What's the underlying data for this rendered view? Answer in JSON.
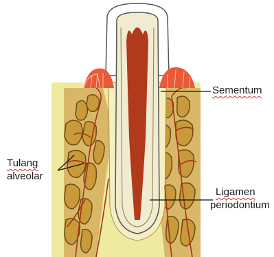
{
  "labels": {
    "sementum": "Sementum",
    "tulang": "Tulang",
    "alveolar": "alveolar",
    "ligamen": "Ligamen",
    "periodontium": "periodontium"
  },
  "colors": {
    "background_panel": "#eeeaa0",
    "bone": "#c89a3a",
    "bone_shadow": "#6e4a12",
    "dentin": "#f1ecd0",
    "pulp": "#b23a1c",
    "gingiva": "#e85a3a",
    "vessel": "#a8321a",
    "enamel_outline": "#555555"
  }
}
